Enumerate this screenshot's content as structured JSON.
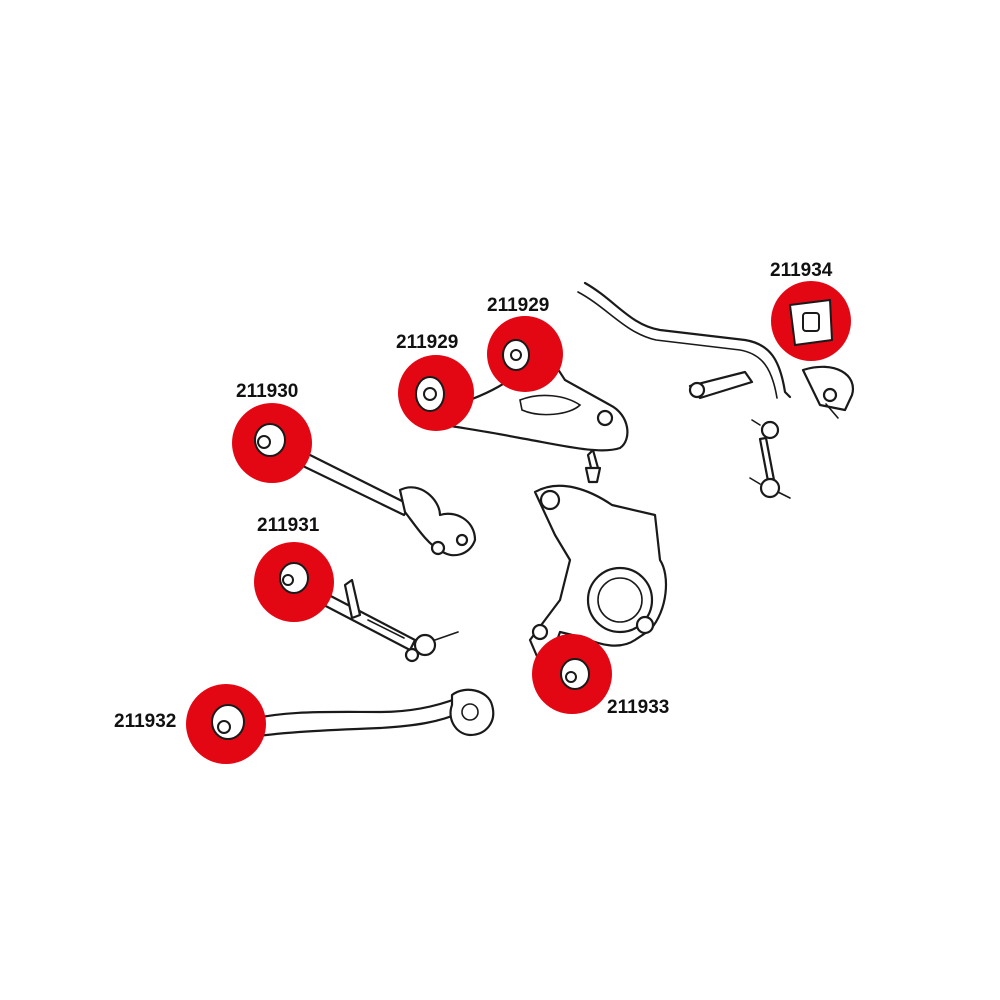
{
  "colors": {
    "bushing_highlight": "#e30613",
    "line_art": "#1a1a1a",
    "background": "#ffffff"
  },
  "part_labels": {
    "upper_arm_rear": "211929",
    "upper_arm_front": "211929",
    "sway_bar_bushing": "211934",
    "trailing_arm": "211930",
    "toe_arm": "211931",
    "knuckle_lower": "211933",
    "lower_link": "211932"
  }
}
